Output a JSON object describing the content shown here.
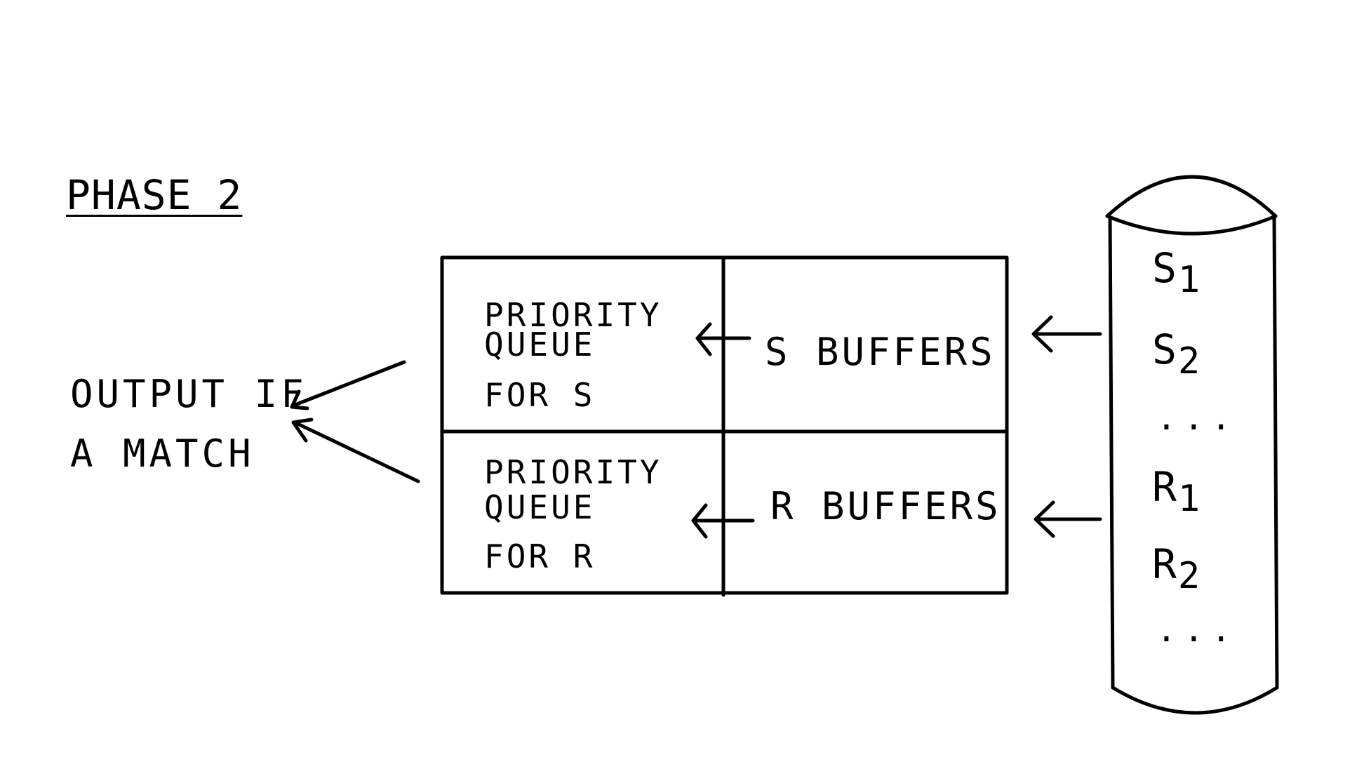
{
  "title": "PHASE 2",
  "output": {
    "line1": "OUTPUT IF",
    "line2": "A MATCH"
  },
  "queues": [
    {
      "line1": "PRIORITY",
      "line2": "QUEUE",
      "line3": "FOR S"
    },
    {
      "line1": "PRIORITY",
      "line2": "QUEUE",
      "line3": "FOR R"
    }
  ],
  "buffers": [
    "S BUFFERS",
    "R BUFFERS"
  ],
  "disk": {
    "items": [
      {
        "base": "S",
        "sub": "1"
      },
      {
        "base": "S",
        "sub": "2"
      },
      {
        "text": "..."
      },
      {
        "base": "R",
        "sub": "1"
      },
      {
        "base": "R",
        "sub": "2"
      },
      {
        "text": "..."
      }
    ]
  }
}
